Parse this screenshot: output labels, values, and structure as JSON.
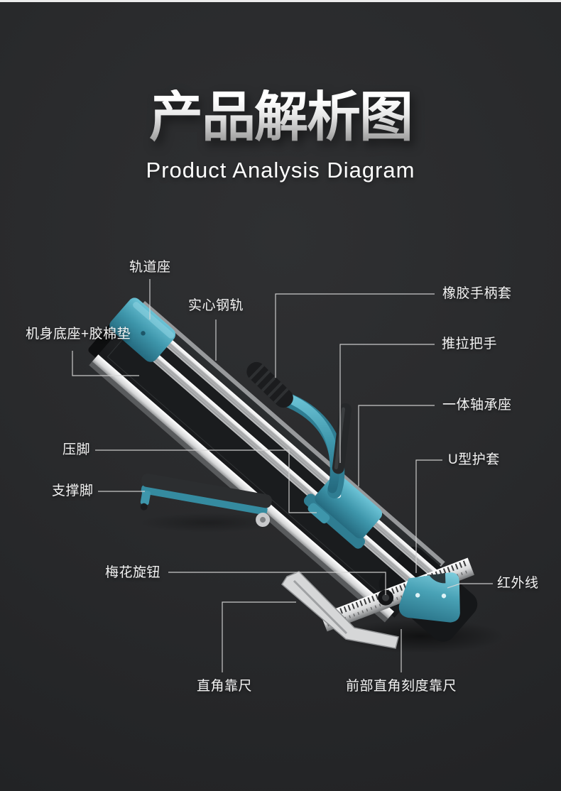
{
  "header": {
    "title": "产品解析图",
    "subtitle": "Product Analysis Diagram"
  },
  "product": {
    "name": "manual-tile-cutter",
    "palette": {
      "background": "#28292b",
      "accent_teal": "#3e96ab",
      "accent_teal_dark": "#256b80",
      "rail_silver": "#d8d9da",
      "base_black": "#17181a",
      "label_text": "#f3f3f3",
      "leader_line": "#d7d7d7",
      "title_gradient_top": "#ffffff",
      "title_gradient_bottom": "#8d8d8d"
    }
  },
  "labels": [
    {
      "id": "rail-seat",
      "text": "轨道座"
    },
    {
      "id": "solid-steel-rail",
      "text": "实心钢轨"
    },
    {
      "id": "base-with-pad",
      "text": "机身底座+胶棉垫"
    },
    {
      "id": "presser-foot",
      "text": "压脚"
    },
    {
      "id": "support-foot",
      "text": "支撑脚"
    },
    {
      "id": "star-knob",
      "text": "梅花旋钮"
    },
    {
      "id": "right-angle-ruler",
      "text": "直角靠尺"
    },
    {
      "id": "front-scale-ruler",
      "text": "前部直角刻度靠尺"
    },
    {
      "id": "rubber-grip",
      "text": "橡胶手柄套"
    },
    {
      "id": "push-pull-handle",
      "text": "推拉把手"
    },
    {
      "id": "bearing-seat",
      "text": "一体轴承座"
    },
    {
      "id": "u-sheath",
      "text": "U型护套"
    },
    {
      "id": "infrared",
      "text": "红外线"
    }
  ]
}
